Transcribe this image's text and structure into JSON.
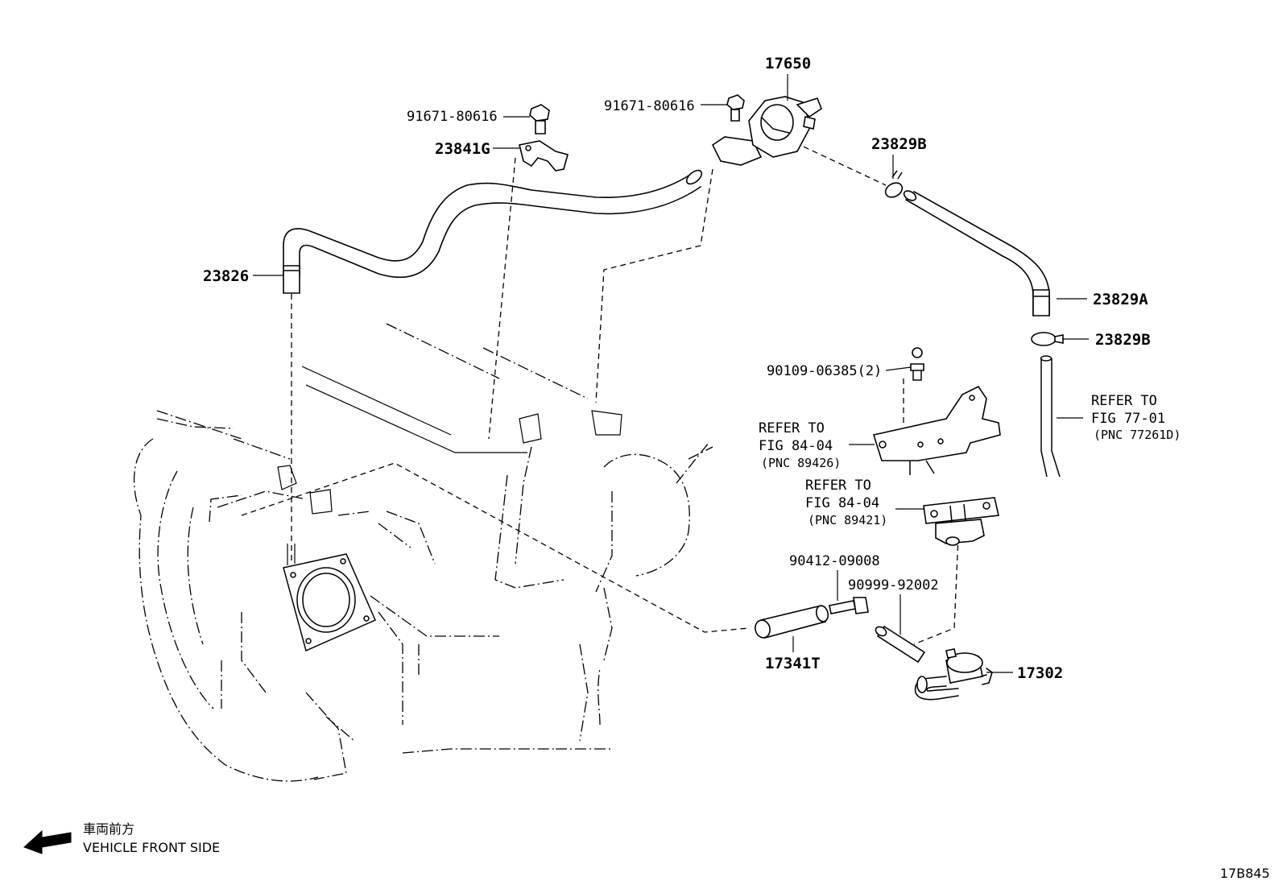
{
  "diagram": {
    "labels": {
      "p17650": "17650",
      "p91671_left": "91671-80616",
      "p91671_right": "91671-80616",
      "p23841G": "23841G",
      "p23829B_top": "23829B",
      "p23826": "23826",
      "p23829A": "23829A",
      "p23829B_bottom": "23829B",
      "p90109": "90109-06385(2)",
      "p90412": "90412-09008",
      "p90999": "90999-92002",
      "p17341T": "17341T",
      "p17302": "17302"
    },
    "references": {
      "fig77": {
        "line1": "REFER TO",
        "line2": "FIG 77-01",
        "pnc": "(PNC 77261D)"
      },
      "fig84_a": {
        "line1": "REFER TO",
        "line2": "FIG 84-04",
        "pnc": "(PNC 89426)"
      },
      "fig84_b": {
        "line1": "REFER TO",
        "line2": "FIG 84-04",
        "pnc": "(PNC 89421)"
      }
    },
    "direction": {
      "jp": "車両前方",
      "en": "VEHICLE FRONT SIDE"
    },
    "diagram_id": "17B845"
  }
}
